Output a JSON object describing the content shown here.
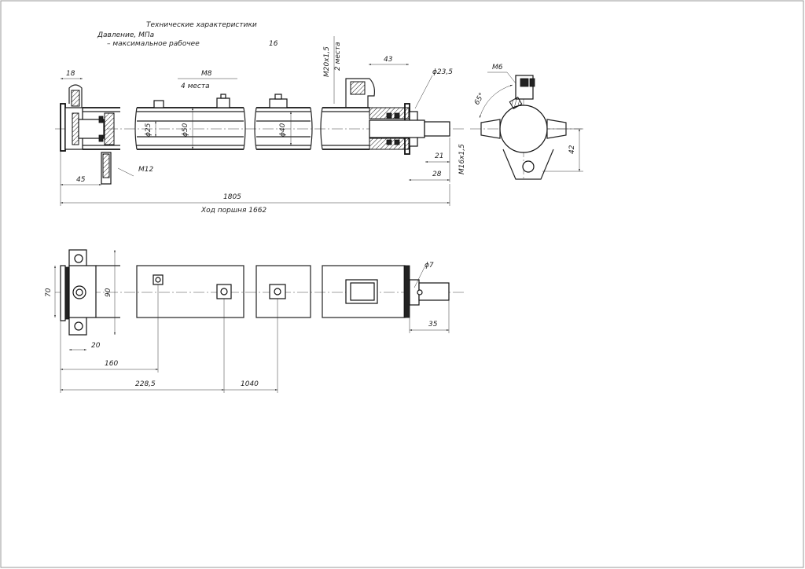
{
  "title": {
    "heading": "Технические характеристики",
    "pressure_label": "Давление, МПа",
    "max_working_label": "– максимальное рабочее",
    "max_working_value": "16"
  },
  "dims_top": {
    "d18": "18",
    "m8": "M8",
    "m8_count": "4 места",
    "m20": "M20x1,5",
    "m20_count": "2 места",
    "d43": "43",
    "phi23_5": "ϕ23,5",
    "phi25": "ϕ25",
    "phi50": "ϕ50",
    "phi40": "ϕ40",
    "d21": "21",
    "d28": "28",
    "m16": "M16x1,5",
    "d45": "45",
    "m12": "M12",
    "d1805": "1805",
    "stroke": "Ход поршня 1662"
  },
  "dims_side": {
    "m6": "M6",
    "angle": "65°",
    "d42": "42"
  },
  "dims_bottom": {
    "d70": "70",
    "d90": "90",
    "d20": "20",
    "d160": "160",
    "d228_5": "228,5",
    "d1040": "1040",
    "phi7": "ϕ7",
    "d35": "35"
  }
}
